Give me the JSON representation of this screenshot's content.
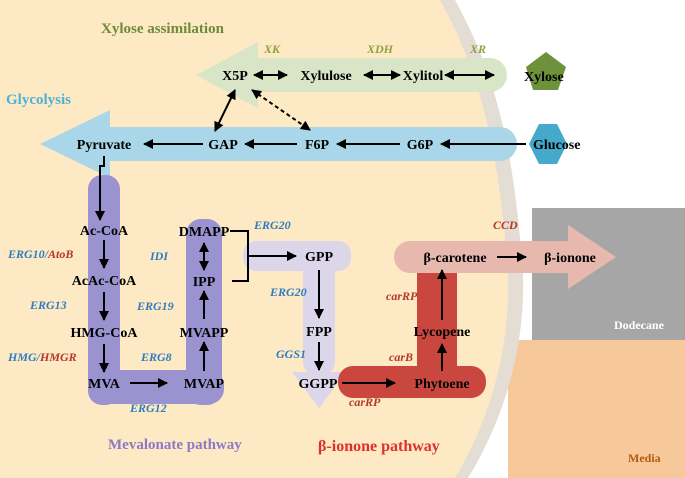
{
  "sections": {
    "xylose_assimilation": "Xylose assimilation",
    "glycolysis": "Glycolysis",
    "mevalonate_pathway": "Mevalonate pathway",
    "ionone_pathway": "β-ionone pathway",
    "dodecane": "Dodecane",
    "media": "Media"
  },
  "substrates": {
    "xylose": "Xylose",
    "glucose": "Glucose"
  },
  "metabolites": {
    "x5p": "X5P",
    "xylulose": "Xylulose",
    "xylitol": "Xylitol",
    "pyruvate": "Pyruvate",
    "gap": "GAP",
    "f6p": "F6P",
    "g6p": "G6P",
    "acetyl_coa": "Ac-CoA",
    "acetoacetyl_coa": "AcAc-CoA",
    "hmg_coa": "HMG-CoA",
    "mva": "MVA",
    "mvap": "MVAP",
    "mvapp": "MVAPP",
    "ipp": "IPP",
    "dmapp": "DMAPP",
    "gpp": "GPP",
    "fpp": "FPP",
    "ggpp": "GGPP",
    "phytoene": "Phytoene",
    "lycopene": "Lycopene",
    "beta_carotene": "β-carotene",
    "beta_ionone": "β-ionone"
  },
  "enzymes": {
    "xk": "XK",
    "xdh": "XDH",
    "xr": "XR",
    "erg10": "ERG10",
    "slash": "/",
    "atob": "AtoB",
    "erg13": "ERG13",
    "hmg": "HMG",
    "hmgr": "HMGR",
    "erg12": "ERG12",
    "erg8": "ERG8",
    "erg19": "ERG19",
    "idi": "IDI",
    "erg20_top": "ERG20",
    "erg20_mid": "ERG20",
    "ggs1": "GGS1",
    "carrp_bottom": "carRP",
    "carb": "carB",
    "carrp_right": "carRP",
    "ccd": "CCD"
  },
  "colors": {
    "cell": "#fde9c4",
    "membrane": "#e3ddd4",
    "dodecane": "#a6a6a6",
    "media": "#f7c89a",
    "xylose_band": "#d8e5c6",
    "glycolysis_band": "#a9d7e9",
    "mevalonate_band": "#9a93cf",
    "gpp_band": "#dbd6ea",
    "ionone_band": "#c9473e",
    "carotene_band": "#e7b8ae",
    "xylose_pentagon": "#6e913b",
    "glucose_hexagon": "#44a9cb",
    "enzyme_blue": "#2f7cc0",
    "enzyme_red": "#b53727",
    "xylose_title": "#6f8a3a",
    "xylose_enzyme": "#8fa23e",
    "glycolysis_title": "#4fb2d4",
    "mevalonate_title": "#8b7ac6",
    "ionone_title": "#e0302b",
    "media_text": "#b45b12"
  }
}
